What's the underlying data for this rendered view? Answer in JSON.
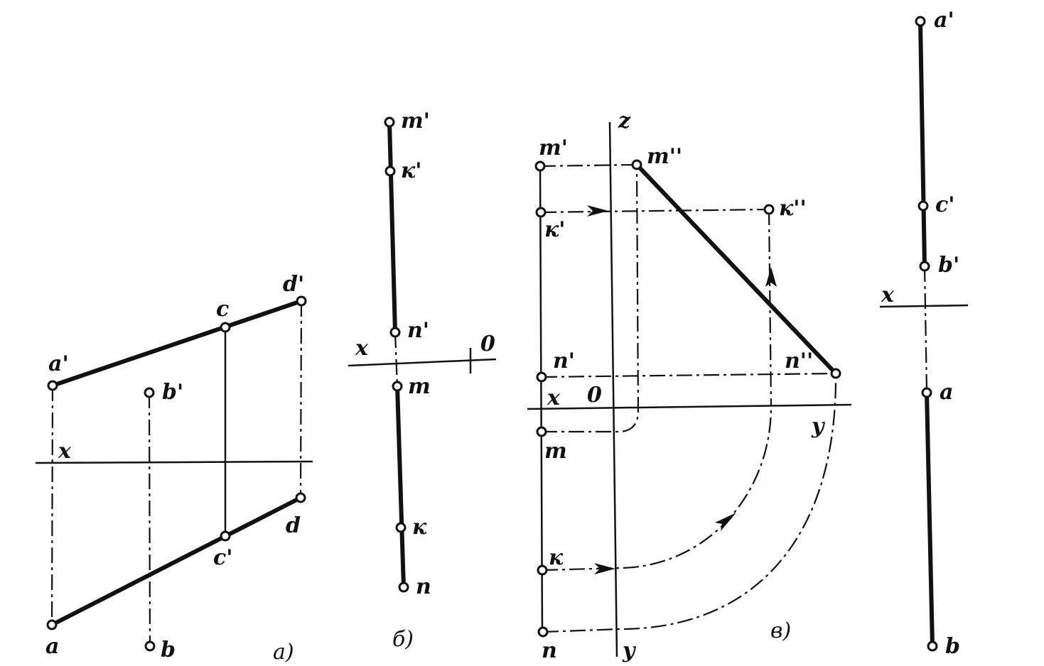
{
  "figure_a": {
    "caption": "а)",
    "labels": {
      "a_prime": "a'",
      "b_prime": "b'",
      "c_top": "c",
      "d_prime": "d'",
      "x": "x",
      "a": "a",
      "b": "b",
      "c_prime": "c'",
      "d": "d"
    }
  },
  "figure_b": {
    "caption": "б)",
    "labels": {
      "m_prime": "m'",
      "k_prime": "к'",
      "n_prime": "n'",
      "x": "x",
      "origin": "0",
      "m": "m",
      "k": "к",
      "n": "n"
    }
  },
  "figure_v": {
    "caption": "в)",
    "labels": {
      "z": "z",
      "m_prime": "m'",
      "m_dprime": "m''",
      "k_prime": "к'",
      "k_dprime": "к''",
      "n_prime": "n'",
      "n_dprime": "n''",
      "x": "x",
      "origin": "0",
      "y_right": "y",
      "m": "m",
      "k": "к",
      "n": "n",
      "y_bottom": "y"
    }
  },
  "figure_g": {
    "labels": {
      "a_prime": "a'",
      "c_prime": "c'",
      "b_prime": "b'",
      "x": "x",
      "a": "a",
      "b": "b"
    }
  }
}
